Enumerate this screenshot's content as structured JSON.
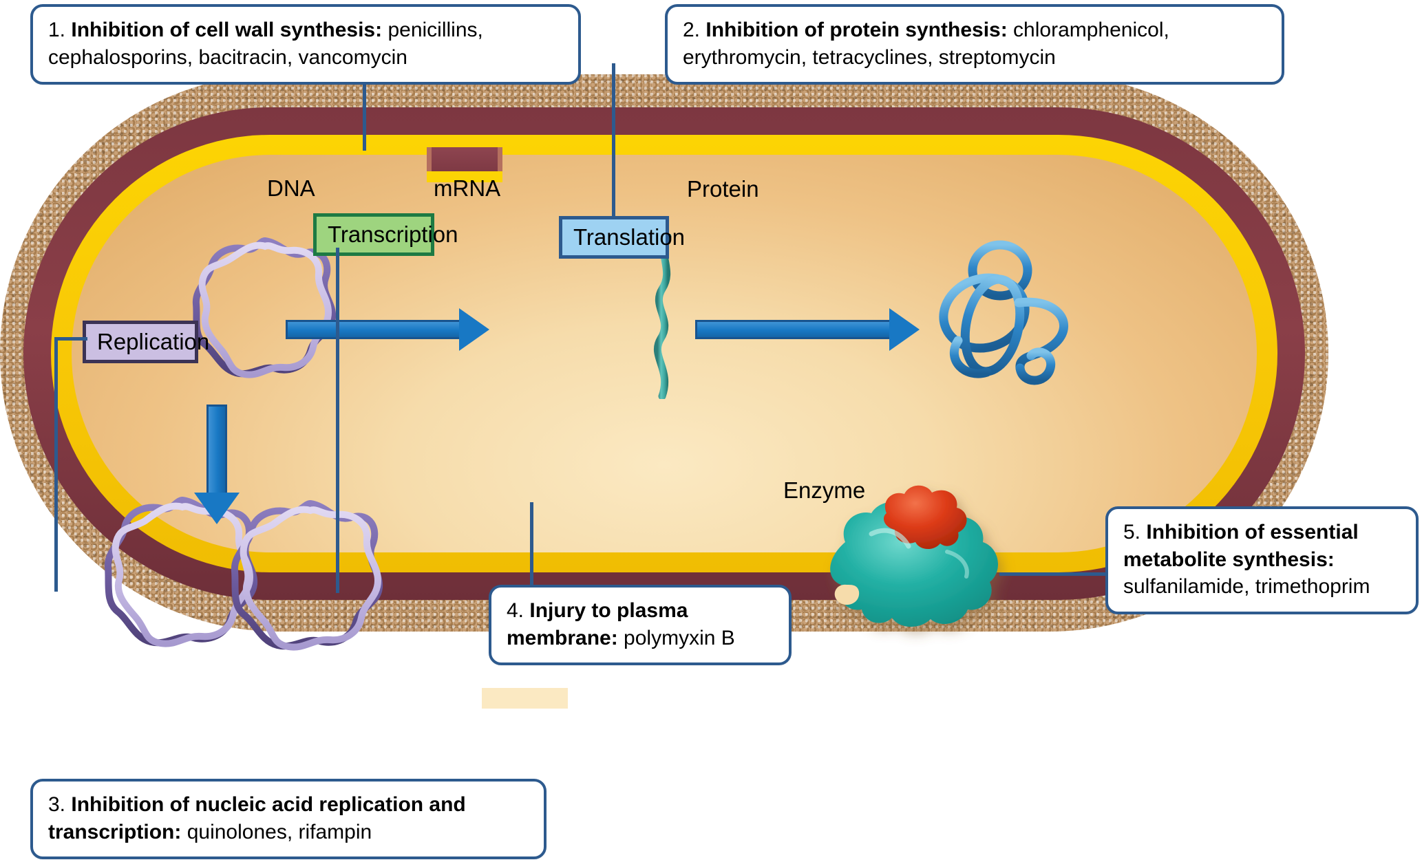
{
  "figure": {
    "subject": "Modes of action of antibacterial drugs on a bacterial cell"
  },
  "callouts": [
    {
      "id": "callout-1",
      "number": "1.",
      "bold": "Inhibition of cell wall synthesis:",
      "rest": " penicillins, cephalosporins, bacitracin, vancomycin",
      "target": "cell-wall"
    },
    {
      "id": "callout-2",
      "number": "2.",
      "bold": "Inhibition of protein synthesis:",
      "rest": " chloramphenicol, erythromycin, tetracyclines, streptomycin",
      "target": "translation"
    },
    {
      "id": "callout-3",
      "number": "3.",
      "bold": "Inhibition of nucleic acid replication and transcription:",
      "rest": " quinolones, rifampin",
      "target": "replication-and-transcription"
    },
    {
      "id": "callout-4",
      "number": "4.",
      "bold": "Injury to plasma membrane:",
      "rest": " polymyxin B",
      "target": "plasma-membrane"
    },
    {
      "id": "callout-5",
      "number": "5.",
      "bold": "Inhibition of essential metabolite synthesis:",
      "rest": " sulfanilamide, trimethoprim",
      "target": "enzyme"
    }
  ],
  "cell_labels": {
    "dna": "DNA",
    "mrna": "mRNA",
    "protein": "Protein",
    "enzyme": "Enzyme"
  },
  "process_boxes": {
    "transcription": "Transcription",
    "translation": "Translation",
    "replication": "Replication"
  },
  "colors": {
    "callout_border": "#2d5a8e",
    "capsule": "#b98d5f",
    "cell_wall": "#7d3741",
    "plasma_membrane": "#fcd404",
    "cytoplasm": "#f0cf9b",
    "arrow_blue": "#1878c4",
    "dna_purple": "#7a6aaa",
    "mrna_teal": "#3fa8a0",
    "protein_blue": "#2e86c8",
    "enzyme_body": "#17a79b",
    "enzyme_site": "#dd3b18",
    "transcription_box_fill": "#9ed47f",
    "transcription_box_border": "#1d7a43",
    "translation_box_fill": "#9ed2f2",
    "translation_box_border": "#2d5a8e",
    "replication_box_fill": "#cbbfe2",
    "replication_box_border": "#3c3355"
  }
}
